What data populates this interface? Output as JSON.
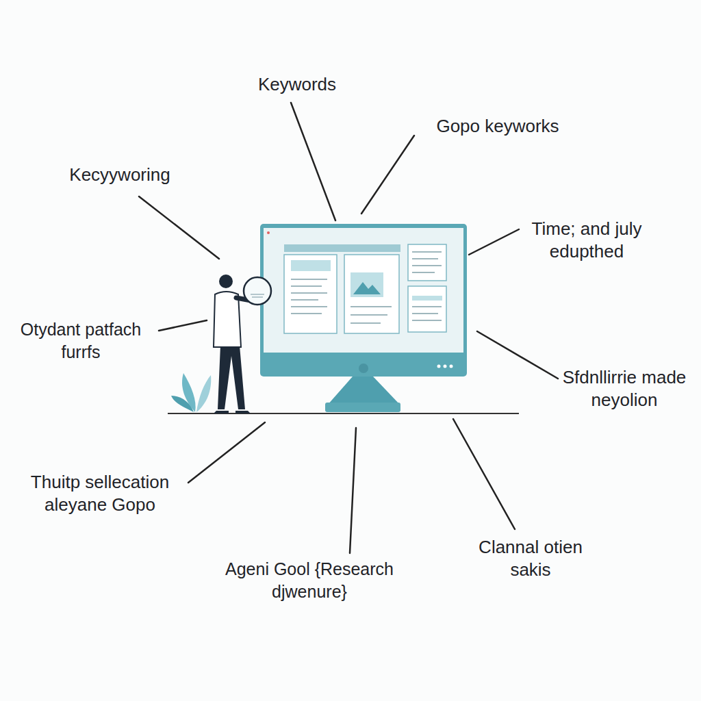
{
  "diagram": {
    "labels": [
      "Keywords",
      "Gopo keyworks",
      "Kecyyworing",
      "Time; and july edupthed",
      "Otydant patfach furrfs",
      "Sfdnllirrie made neyolion",
      "Thuitp sellecation aleyane Gopo",
      "Ageni Gool {Research djwenure}",
      "Clannal otien sakis"
    ]
  }
}
